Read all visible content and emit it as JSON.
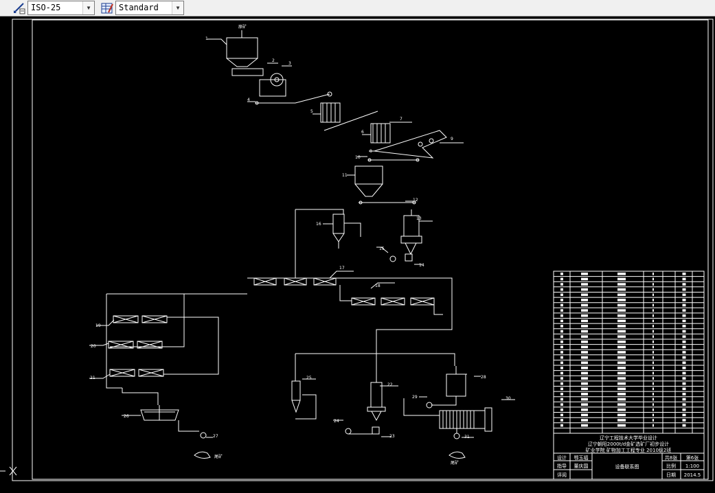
{
  "toolbar": {
    "dimstyle_icon": "dimension-style-icon",
    "dimstyle_value": "ISO-25",
    "tablestyle_icon": "table-style-icon",
    "tablestyle_value": "Standard"
  },
  "drawing": {
    "feed_label": "原矿",
    "tail_label_left": "尾矿",
    "tail_label_right": "尾矿",
    "callouts": [
      "1",
      "2",
      "3",
      "4",
      "5",
      "6",
      "7",
      "8",
      "9",
      "10",
      "11",
      "12",
      "13",
      "14",
      "15",
      "16",
      "17",
      "18",
      "19",
      "20",
      "21",
      "22",
      "23",
      "24",
      "25",
      "26",
      "27",
      "28",
      "29",
      "30",
      "31"
    ]
  },
  "title_block": {
    "school": "辽宁工程技术大学毕业设计",
    "project": "辽宁朝阳2000t/d金矿选矿厂初步设计",
    "dept": "矿业学院 矿物加工工程专业 2010级2班",
    "row_design_label": "设计",
    "row_design_name": "鄂玉福",
    "row_guide_label": "指导",
    "row_guide_name": "董庆国",
    "row_review_label": "评阅",
    "drawing_name": "设备联系图",
    "total_sheets": "共8张",
    "sheet_no": "第6张",
    "scale_label": "比例",
    "scale_value": "1:100",
    "date_label": "日期",
    "date_value": "2014.5"
  },
  "colors": {
    "background": "#000000",
    "lines": "#ffffff",
    "toolbar": "#f0f0f0"
  }
}
